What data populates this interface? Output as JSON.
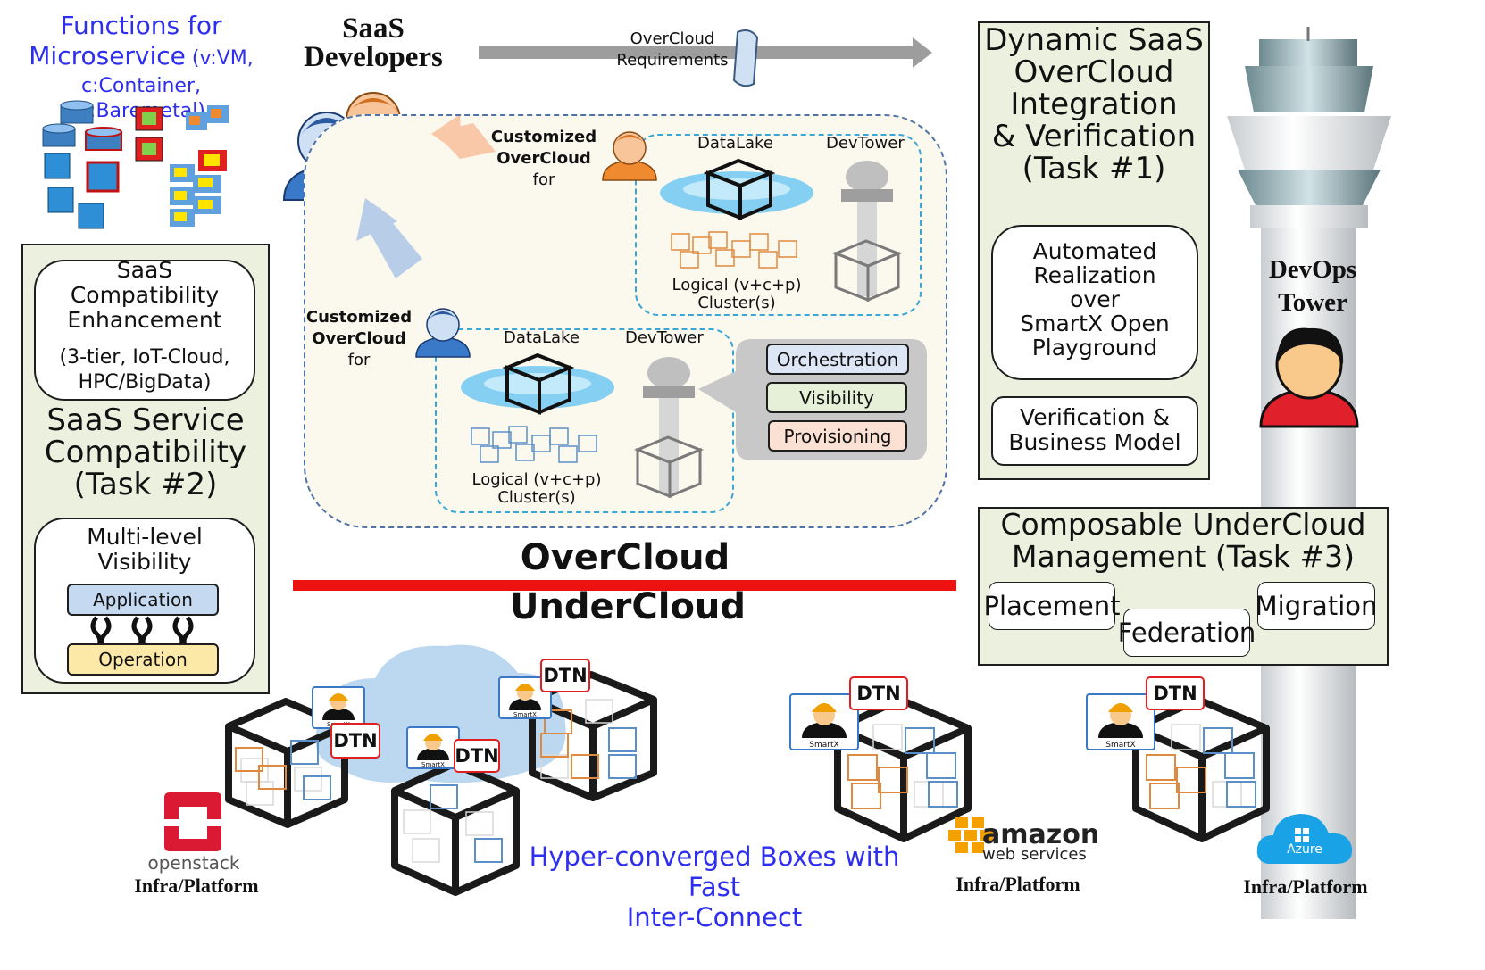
{
  "functions": {
    "title_line1": "Functions for",
    "title_line2": "Microservice",
    "title_line2_small": " (v:VM,",
    "title_line3": "c:Container, p:Baremetal)"
  },
  "saas_developers": {
    "line1": "SaaS",
    "line2": "Developers"
  },
  "overcloud_requirements": {
    "line1": "OverCloud",
    "line2": "Requirements"
  },
  "task1": {
    "title_lines": [
      "Dynamic SaaS",
      "OverCloud",
      "Integration",
      "& Verification",
      "(Task #1)"
    ],
    "automated_lines": [
      "Automated",
      "Realization",
      "over",
      "SmartX Open",
      "Playground"
    ],
    "verification_lines": [
      "Verification &",
      "Business Model"
    ]
  },
  "devops_tower": {
    "line1": "DevOps",
    "line2": "Tower"
  },
  "task2": {
    "compat_lines": [
      "SaaS",
      "Compatibility",
      "Enhancement"
    ],
    "compat_detail_lines": [
      "(3-tier, IoT-Cloud,",
      "HPC/BigData)"
    ],
    "title_lines": [
      "SaaS Service",
      "Compatibility",
      "(Task #2)"
    ],
    "visibility_lines": [
      "Multi-level",
      "Visibility"
    ],
    "application": "Application",
    "operation": "Operation"
  },
  "overcloud_upper": {
    "customized_line1": "Customized",
    "customized_line2": "OverCloud",
    "customized_line3": "for",
    "datalake": "DataLake",
    "devtower": "DevTower",
    "logical_line1": "Logical  (v+c+p)",
    "logical_line2": "Cluster(s)"
  },
  "overcloud_lower": {
    "customized_line1": "Customized",
    "customized_line2": "OverCloud",
    "customized_line3": "for",
    "datalake": "DataLake",
    "devtower": "DevTower",
    "logical_line1": "Logical  (v+c+p)",
    "logical_line2": "Cluster(s)"
  },
  "callout": {
    "orchestration": "Orchestration",
    "visibility": "Visibility",
    "provisioning": "Provisioning"
  },
  "overcloud_label": "OverCloud",
  "undercloud_label": "UnderCloud",
  "task3": {
    "title_lines": [
      "Composable UnderCloud",
      "Management (Task #3)"
    ],
    "placement": "Placement",
    "federation": "Federation",
    "migration": "Migration"
  },
  "dtn_label": "DTN",
  "smartx_label": "SmartX",
  "hyper": {
    "line1": "Hyper-converged Boxes with Fast",
    "line2": "Inter-Connect"
  },
  "openstack": {
    "logo": "openstack",
    "label": "Infra/Platform"
  },
  "amazon": {
    "logo_line1": "amazon",
    "logo_line2": "web services",
    "label": "Infra/Platform"
  },
  "azure": {
    "logo": "Azure",
    "label": "Infra/Platform"
  },
  "colors": {
    "green_panel": "#ebf1de",
    "blue_text": "#2e2ef0",
    "red_line": "#ee1111",
    "orchestration_fill": "#dce6f5",
    "visibility_fill": "#e6efd8",
    "provisioning_fill": "#fbe1d3",
    "application_fill": "#c5d9f1",
    "operation_fill": "#fde9a7"
  }
}
